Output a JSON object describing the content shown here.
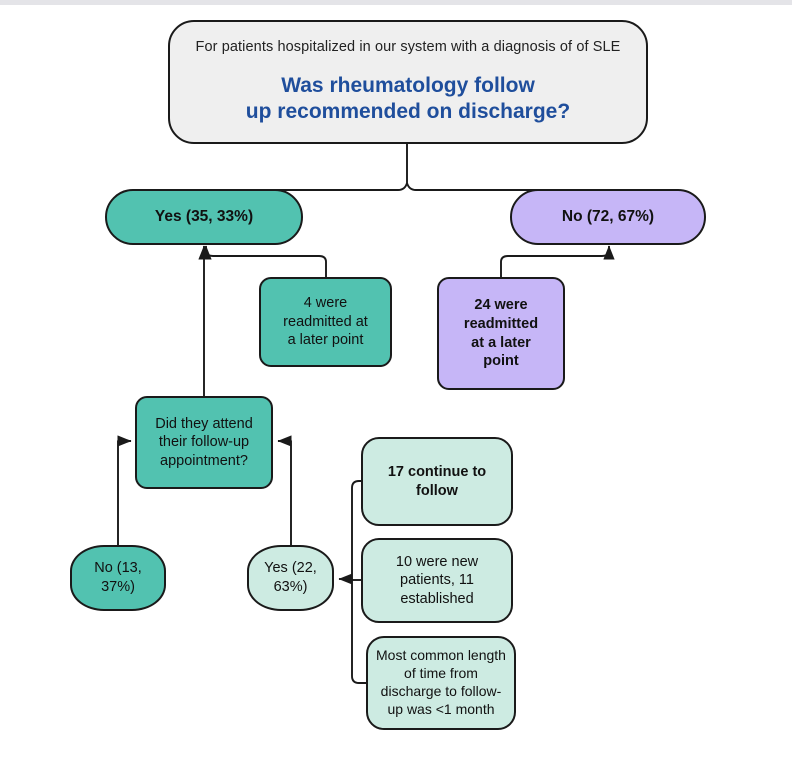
{
  "page": {
    "background_color": "#ffffff",
    "topbar_color": "#e4e4e8"
  },
  "palette": {
    "teal": "#52c2b0",
    "purple": "#c6b6f7",
    "mint": "#cdebe2",
    "gray": "#efefef",
    "blue_text": "#1f4e9c",
    "stroke": "#1a1a1a"
  },
  "chart_data": {
    "type": "diagram",
    "title": "Was rheumatology follow up recommended on discharge?",
    "nodes": [
      {
        "id": "main",
        "subtitle": "For patients hospitalized in our system with a diagnosis of of SLE",
        "question": "Was rheumatology follow\nup recommended on discharge?",
        "fill": "#efefef"
      },
      {
        "id": "yes_top",
        "label": "Yes (35, 33%)",
        "count": 35,
        "percent": 33,
        "fill": "#52c2b0"
      },
      {
        "id": "no_top",
        "label": "No (72, 67%)",
        "count": 72,
        "percent": 67,
        "fill": "#c6b6f7"
      },
      {
        "id": "readmit_yes",
        "label": "4 were\nreadmitted at\na later point",
        "count": 4,
        "fill": "#52c2b0"
      },
      {
        "id": "readmit_no",
        "label": "24 were\nreadmitted\nat a later\npoint",
        "count": 24,
        "fill": "#c6b6f7"
      },
      {
        "id": "attend",
        "label": "Did they attend\ntheir follow-up\nappointment?",
        "fill": "#52c2b0"
      },
      {
        "id": "no_bot",
        "label": "No (13,\n37%)",
        "count": 13,
        "percent": 37,
        "fill": "#52c2b0"
      },
      {
        "id": "yes_bot",
        "label": "Yes (22,\n63%)",
        "count": 22,
        "percent": 63,
        "fill": "#cdebe2"
      },
      {
        "id": "continue",
        "label": "17 continue to\nfollow",
        "count": 17,
        "fill": "#cdebe2"
      },
      {
        "id": "newpt",
        "label": "10 were new\npatients, 11\nestablished",
        "fill": "#cdebe2"
      },
      {
        "id": "length",
        "label": "Most common length\nof time from\ndischarge to follow-\nup was <1 month",
        "fill": "#cdebe2"
      }
    ],
    "edges": [
      {
        "from": "main",
        "to": "yes_top"
      },
      {
        "from": "main",
        "to": "no_top"
      },
      {
        "from": "readmit_yes",
        "to": "yes_top",
        "arrow": true
      },
      {
        "from": "readmit_no",
        "to": "no_top",
        "arrow": true
      },
      {
        "from": "attend",
        "to": "yes_top",
        "arrow": true
      },
      {
        "from": "no_bot",
        "to": "attend",
        "arrow": true
      },
      {
        "from": "yes_bot",
        "to": "attend",
        "arrow": true
      },
      {
        "from": "continue",
        "to": "yes_bot",
        "arrow": true
      },
      {
        "from": "newpt",
        "to": "yes_bot",
        "arrow": true
      },
      {
        "from": "length",
        "to": "yes_bot",
        "arrow": true
      }
    ]
  },
  "nodes": {
    "main": {
      "subtitle": "For patients hospitalized in our system with a diagnosis of of SLE",
      "question": "Was rheumatology follow\nup recommended on discharge?"
    },
    "yes_top": {
      "label": "Yes (35, 33%)"
    },
    "no_top": {
      "label": "No (72, 67%)"
    },
    "readmit_yes": {
      "label": "4 were\nreadmitted at\na later point"
    },
    "readmit_no": {
      "label": "24 were\nreadmitted\nat a later\npoint"
    },
    "attend": {
      "label": "Did they attend\ntheir follow-up\nappointment?"
    },
    "no_bot": {
      "label": "No (13,\n37%)"
    },
    "yes_bot": {
      "label": "Yes (22,\n63%)"
    },
    "continue": {
      "label": "17 continue to\nfollow"
    },
    "newpt": {
      "label": "10 were new\npatients, 11\nestablished"
    },
    "length": {
      "label": "Most common length\nof time from\ndischarge to follow-\nup was <1 month"
    }
  }
}
